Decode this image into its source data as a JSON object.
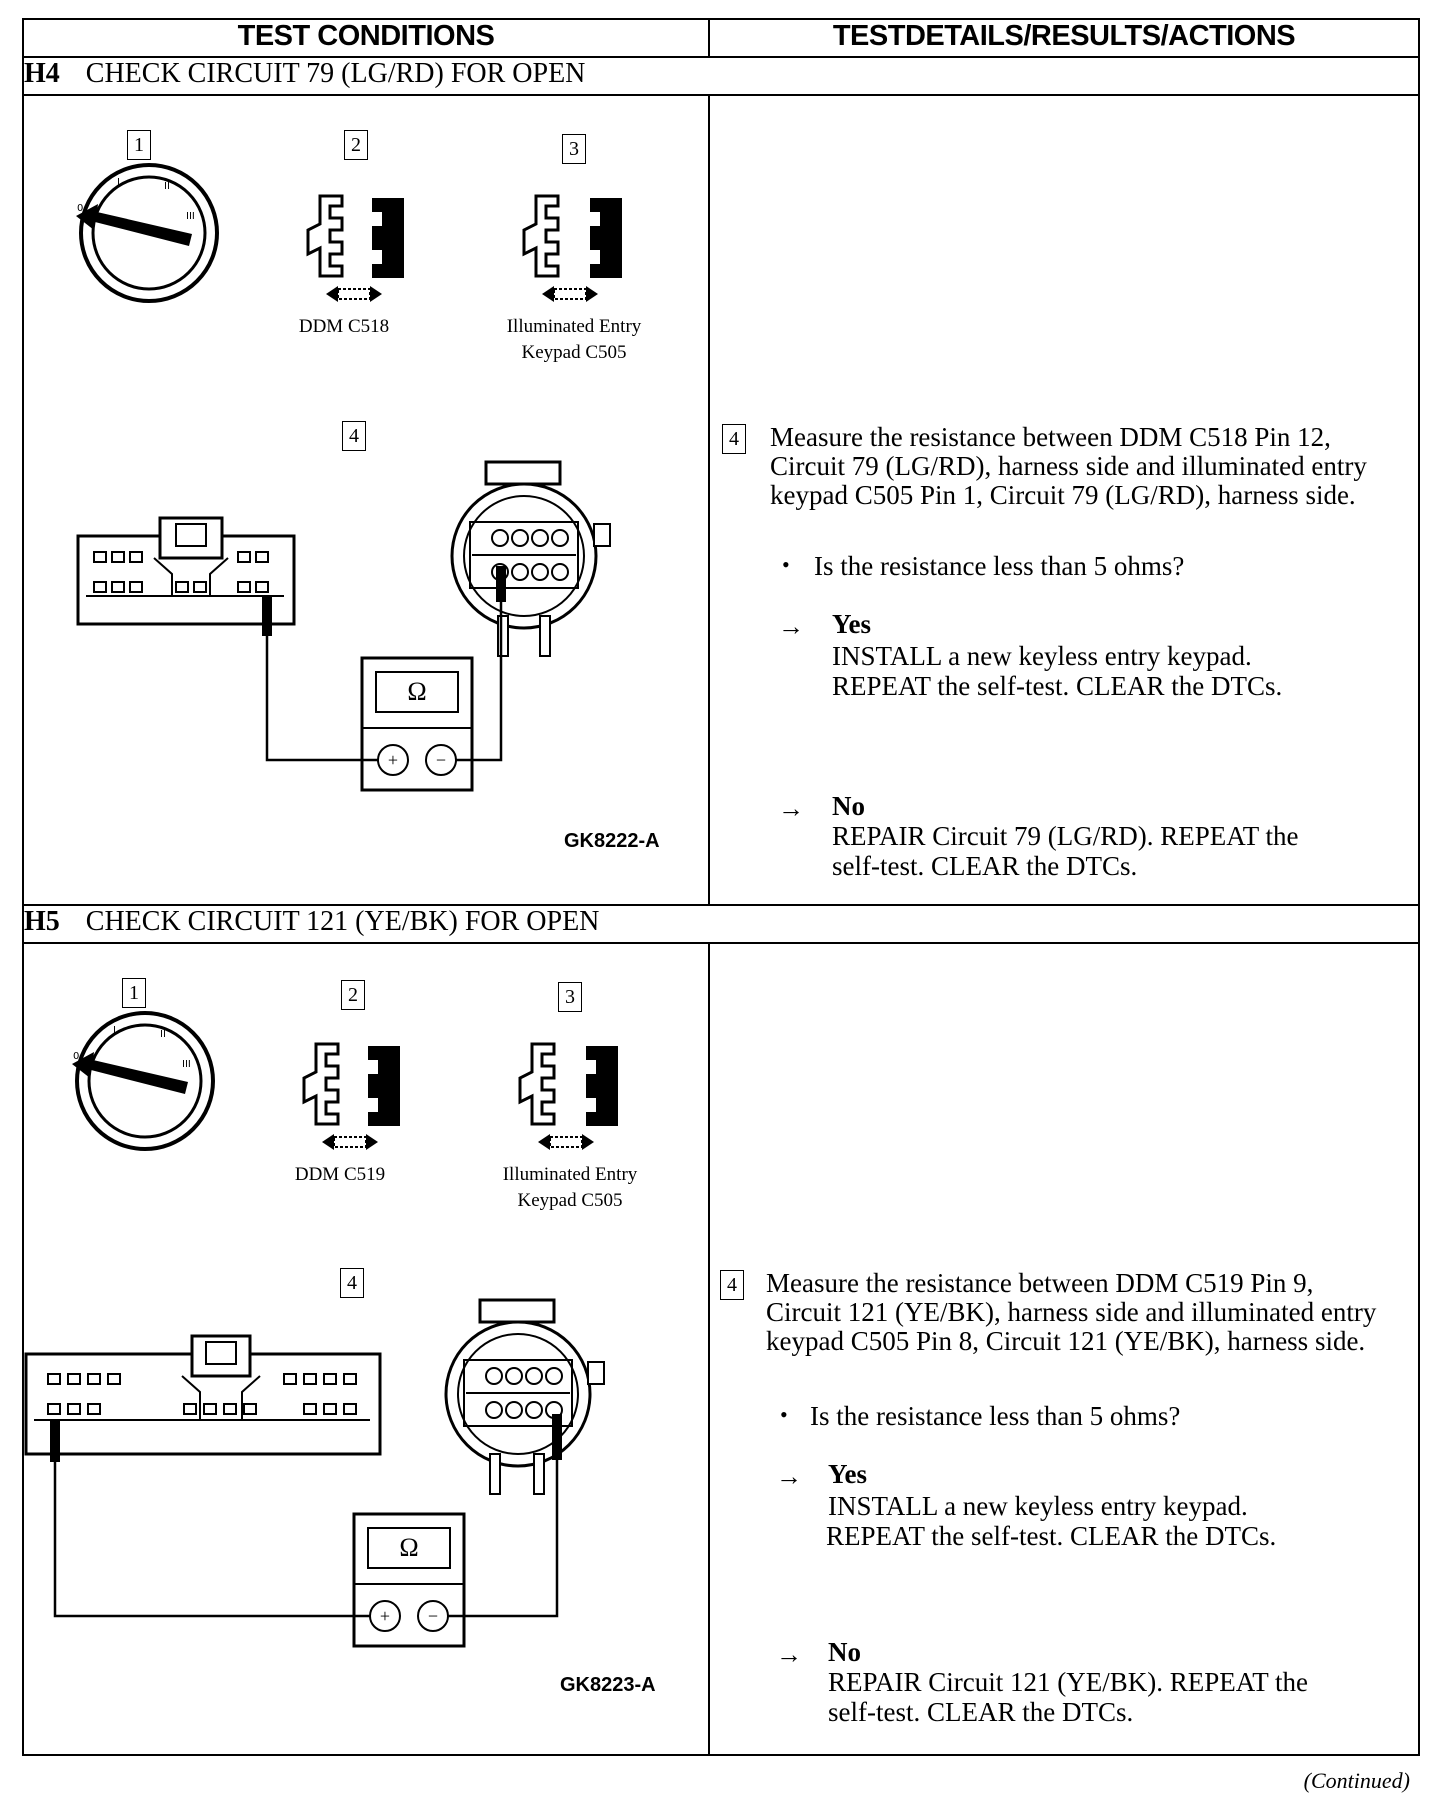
{
  "headers": {
    "left": "TEST CONDITIONS",
    "right": "TESTDETAILS/RESULTS/ACTIONS"
  },
  "sections": [
    {
      "code": "H4",
      "title": "CHECK CIRCUIT 79 (LG/RD) FOR OPEN",
      "steps": [
        "1",
        "2",
        "3",
        "4"
      ],
      "connector_a": "DDM C518",
      "connector_b_line1": "Illuminated Entry",
      "connector_b_line2": "Keypad C505",
      "ohm_symbol": "Ω",
      "plus_symbol": "+",
      "minus_symbol": "−",
      "figure_id": "GK8222-A",
      "step_number": "4",
      "instruction": "Measure the resistance between DDM C518 Pin 12, Circuit 79 (LG/RD), harness side and illuminated entry keypad C505 Pin 1, Circuit 79 (LG/RD), harness side.",
      "question": "Is the resistance less than 5 ohms?",
      "yes_label": "Yes",
      "yes_line1": "INSTALL a new keyless entry keypad.",
      "yes_line2": "REPEAT the self-test. CLEAR the DTCs.",
      "no_label": "No",
      "no_line1": "REPAIR Circuit 79 (LG/RD). REPEAT the",
      "no_line2": "self-test. CLEAR the DTCs."
    },
    {
      "code": "H5",
      "title": "CHECK CIRCUIT 121 (YE/BK) FOR OPEN",
      "steps": [
        "1",
        "2",
        "3",
        "4"
      ],
      "connector_a": "DDM C519",
      "connector_b_line1": "Illuminated Entry",
      "connector_b_line2": "Keypad C505",
      "ohm_symbol": "Ω",
      "plus_symbol": "+",
      "minus_symbol": "−",
      "figure_id": "GK8223-A",
      "step_number": "4",
      "instruction": "Measure the resistance between DDM C519 Pin 9, Circuit 121 (YE/BK), harness side and illuminated entry keypad C505 Pin 8, Circuit 121 (YE/BK), harness side.",
      "question": "Is the resistance less than 5 ohms?",
      "yes_label": "Yes",
      "yes_line1": "INSTALL a new keyless entry keypad.",
      "yes_line2": "REPEAT the self-test. CLEAR the DTCs.",
      "no_label": "No",
      "no_line1": "REPAIR Circuit 121 (YE/BK). REPEAT the",
      "no_line2": "self-test. CLEAR the DTCs."
    }
  ],
  "symbols": {
    "bullet": "•",
    "arrow": "→"
  },
  "footer": "(Continued)"
}
